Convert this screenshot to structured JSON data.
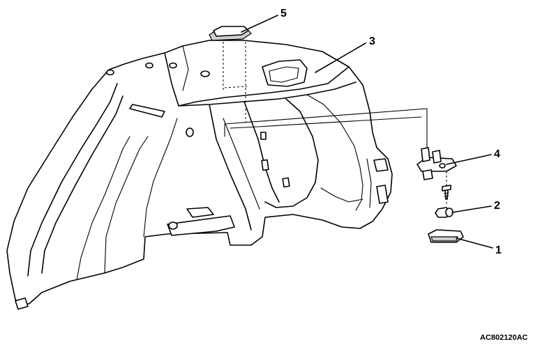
{
  "callouts": [
    {
      "id": "1",
      "label": "1"
    },
    {
      "id": "2",
      "label": "2"
    },
    {
      "id": "3",
      "label": "3"
    },
    {
      "id": "4",
      "label": "4"
    },
    {
      "id": "5",
      "label": "5"
    }
  ],
  "figure_code": "AC802120AC"
}
